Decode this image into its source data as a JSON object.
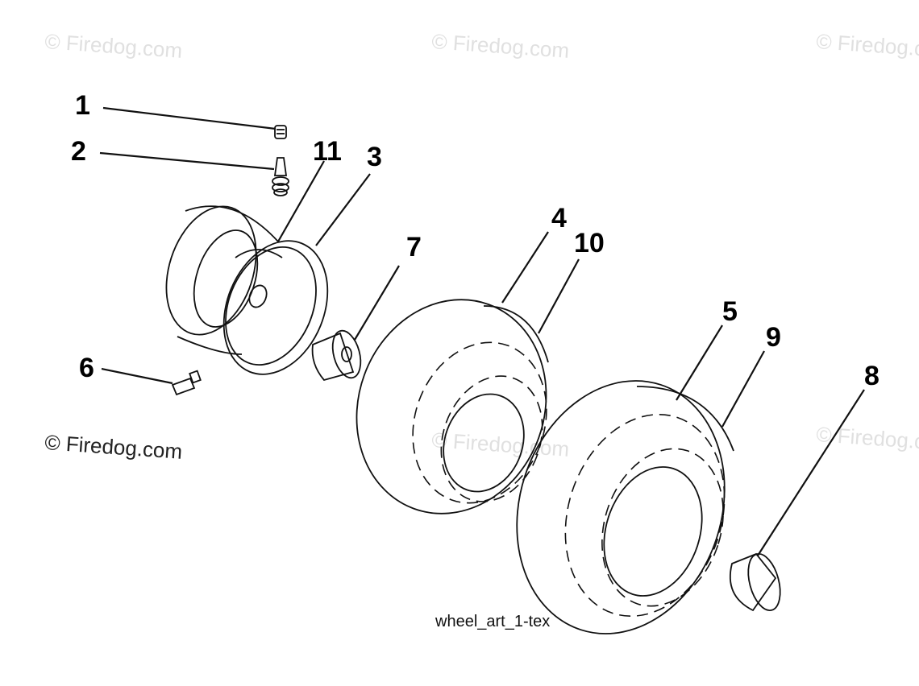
{
  "watermarks": [
    "© Firedog.com",
    "© Firedog.com",
    "© Firedog.com",
    "© Firedog.com",
    "© Firedog.com"
  ],
  "copyright": "© Firedog.com",
  "caption": "wheel_art_1-tex",
  "callouts": {
    "c1": "1",
    "c2": "2",
    "c3": "3",
    "c4": "4",
    "c5": "5",
    "c6": "6",
    "c7": "7",
    "c8": "8",
    "c9": "9",
    "c10": "10",
    "c11": "11"
  }
}
